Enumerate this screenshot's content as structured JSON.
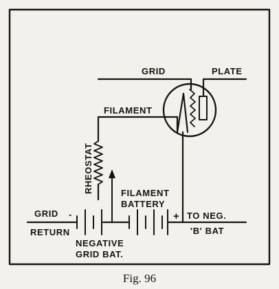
{
  "diagram": {
    "labels": {
      "grid_top": "GRID",
      "plate": "PLATE",
      "filament": "FILAMENT",
      "rheostat": "RHEOSTAT",
      "filament_battery_1": "FILAMENT",
      "filament_battery_2": "BATTERY",
      "grid_left": "GRID",
      "return": "RETURN",
      "to_neg": "TO NEG.",
      "b_bat": "'B' BAT",
      "plus": "+",
      "minus": "-",
      "neg_grid_bat_1": "NEGATIVE",
      "neg_grid_bat_2": "GRID BAT."
    },
    "caption": "Fig. 96"
  }
}
